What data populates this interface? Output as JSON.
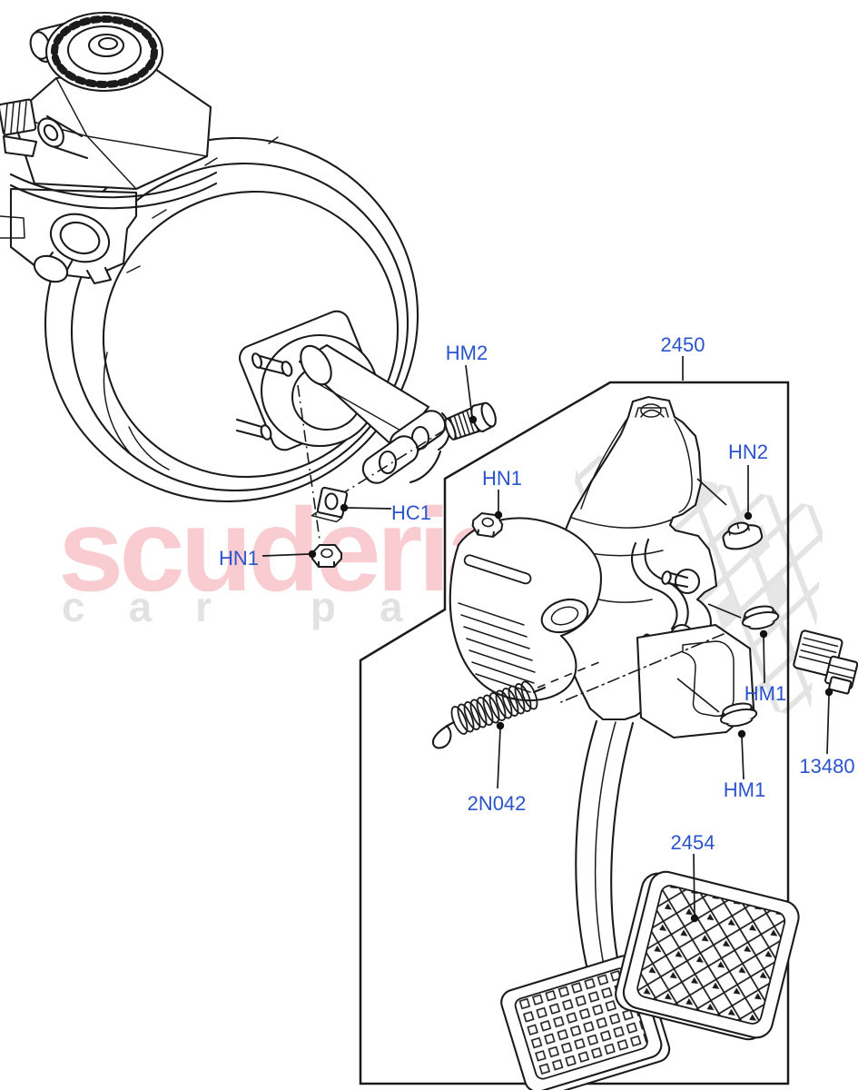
{
  "diagram": {
    "type": "exploded-parts-diagram",
    "subject": "brake-pedal-and-servo-assembly",
    "accent_color": "#2b53cb",
    "line_color": "#1b1b1b",
    "watermark": {
      "line1": "scuderia",
      "line2": "car parts",
      "line1_color": "#f8ccd0",
      "line2_color": "#e2e2e2",
      "checker_color": "#e3e3e3"
    },
    "labels": [
      {
        "id": "HM2",
        "text": "HM2"
      },
      {
        "id": "2450",
        "text": "2450"
      },
      {
        "id": "HC1",
        "text": "HC1"
      },
      {
        "id": "HN1-left",
        "text": "HN1"
      },
      {
        "id": "HN1-inner",
        "text": "HN1"
      },
      {
        "id": "HN2",
        "text": "HN2"
      },
      {
        "id": "HM1-upper",
        "text": "HM1"
      },
      {
        "id": "HM1-lower",
        "text": "HM1"
      },
      {
        "id": "13480",
        "text": "13480"
      },
      {
        "id": "2N042",
        "text": "2N042"
      },
      {
        "id": "2454",
        "text": "2454"
      }
    ]
  }
}
